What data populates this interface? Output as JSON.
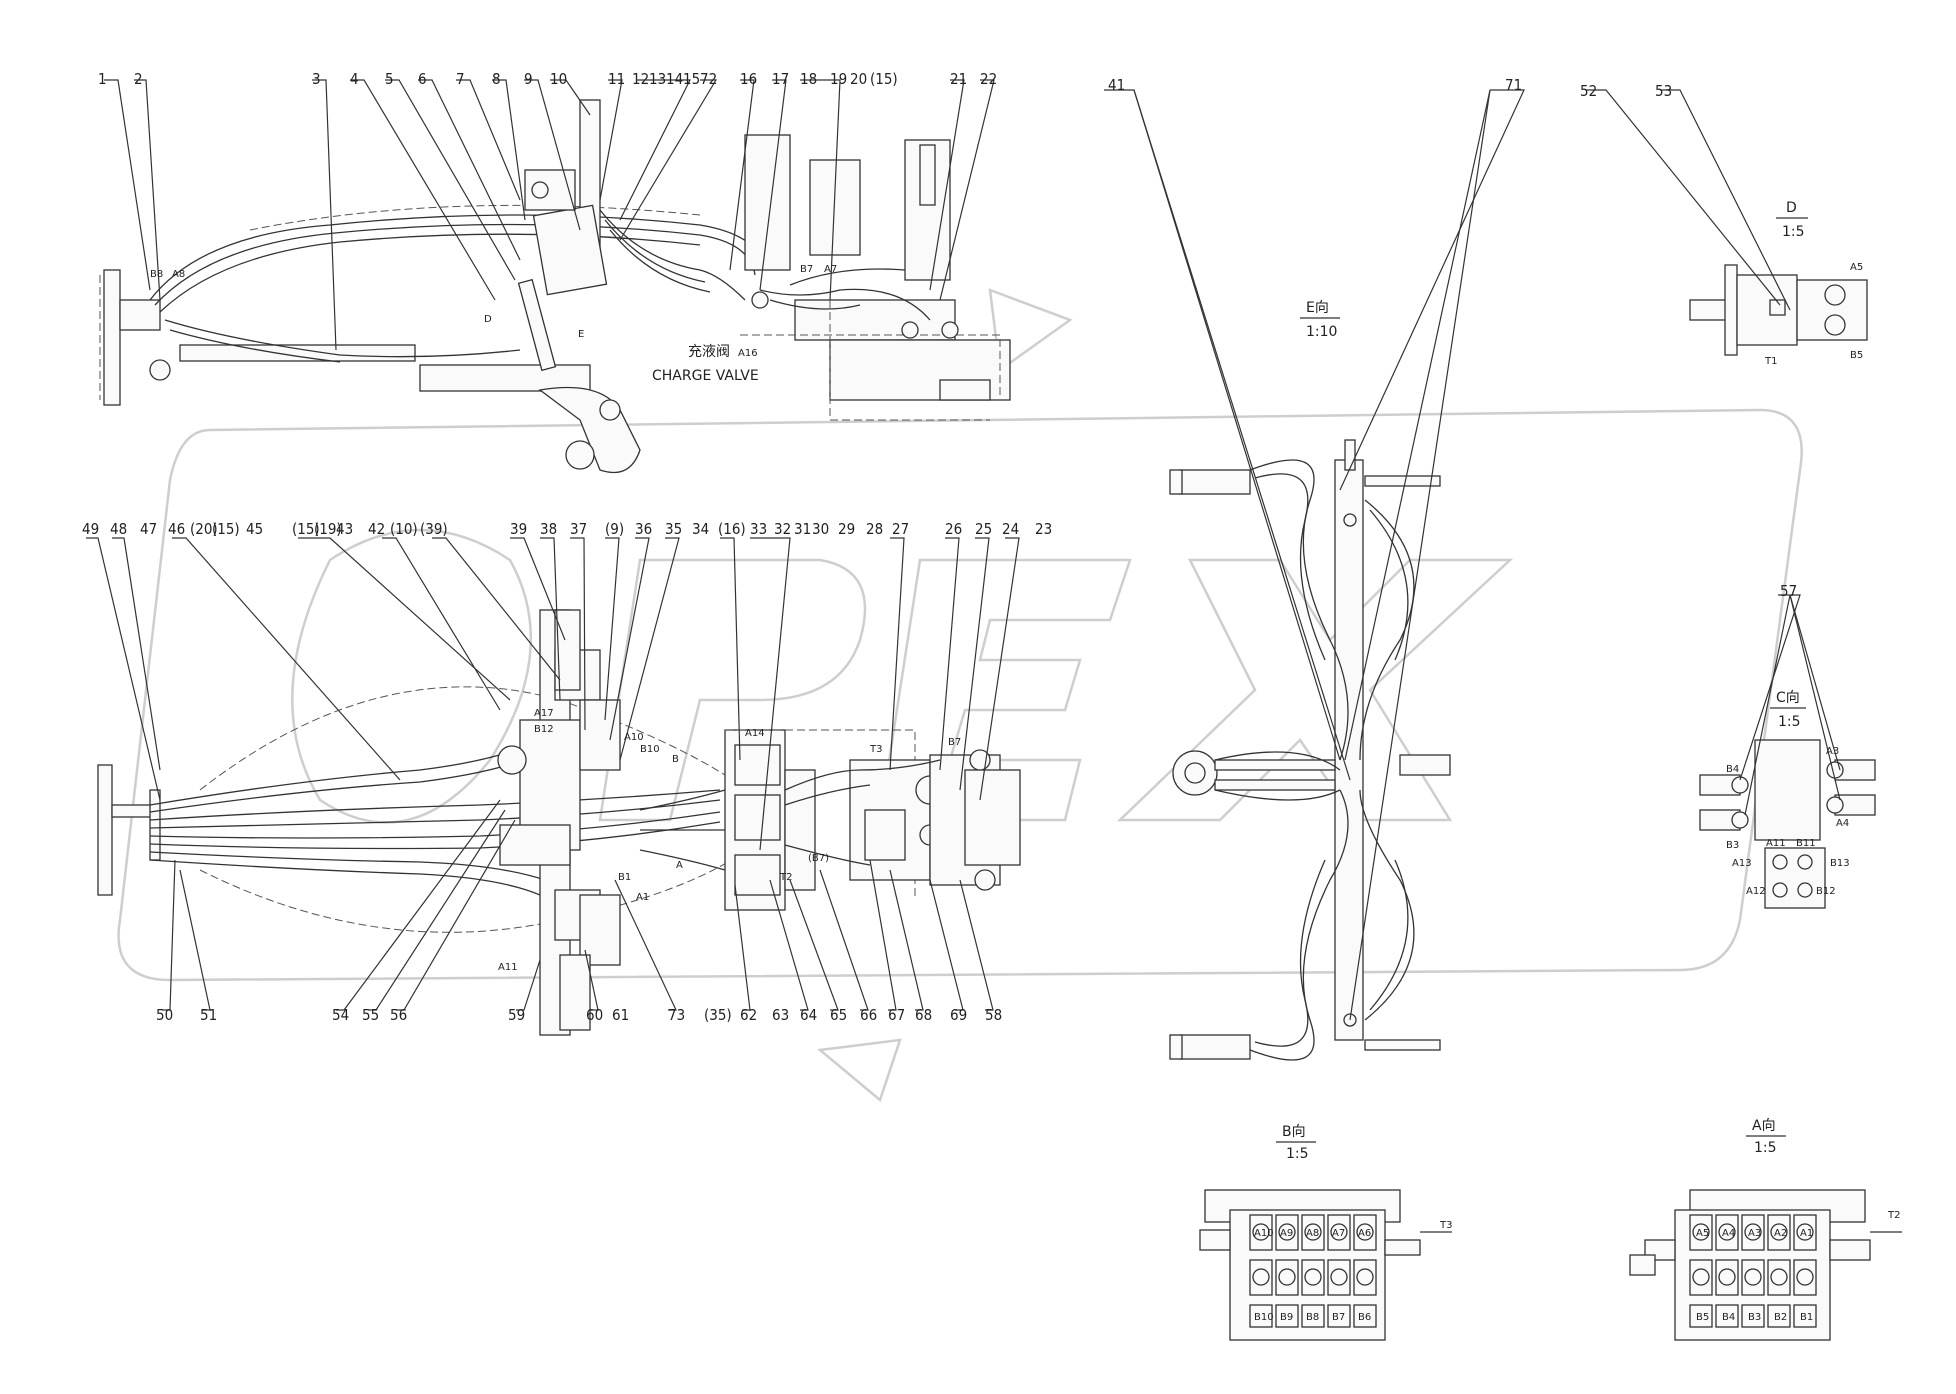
{
  "drawing": {
    "top_labels_left": [
      "1",
      "2",
      "3",
      "4",
      "5",
      "6",
      "7",
      "8",
      "9",
      "10",
      "11",
      "12",
      "13",
      "14",
      "15",
      "72",
      "16",
      "17",
      "18",
      "19",
      "20",
      "(15)",
      "21",
      "22"
    ],
    "top_labels_right": [
      "41",
      "71",
      "52",
      "53"
    ],
    "mid_labels": [
      "49",
      "48",
      "47",
      "46",
      "(20)",
      "(15)",
      "45",
      "(15)",
      "(19)",
      "43",
      "42",
      "(10)",
      "(39)",
      "39",
      "38",
      "37",
      "(9)",
      "36",
      "35",
      "34",
      "(16)",
      "33",
      "32",
      "31",
      "30",
      "29",
      "28",
      "27",
      "26",
      "25",
      "24",
      "23"
    ],
    "bottom_labels": [
      "50",
      "51",
      "54",
      "55",
      "56",
      "59",
      "60",
      "61",
      "73",
      "(35)",
      "62",
      "63",
      "64",
      "65",
      "66",
      "67",
      "68",
      "69",
      "58"
    ],
    "port_labels": [
      "B8",
      "A8",
      "B7",
      "A7",
      "A16",
      "D",
      "E",
      "B7",
      "A14",
      "T3",
      "T2",
      "A",
      "B",
      "(B7)",
      "A11",
      "B1",
      "A1",
      "A17",
      "B12",
      "B10",
      "A10",
      "A5",
      "B5",
      "T1",
      "B4",
      "B3",
      "A3",
      "A4",
      "A11",
      "B11",
      "A13",
      "B13",
      "A12",
      "B12",
      "T3",
      "T2"
    ],
    "charge_valve_cn": "充液阀",
    "charge_valve_en": "CHARGE VALVE",
    "view_e_title": "E向",
    "view_e_scale": "1:10",
    "view_d_title": "D",
    "view_d_scale": "1:5",
    "view_c_title": "C向",
    "view_c_scale": "1:5",
    "view_b_title": "B向",
    "view_b_scale": "1:5",
    "view_a_title": "A向",
    "view_a_scale": "1:5",
    "label_57": "57",
    "b_view_ports_top": [
      "A10",
      "A9",
      "A8",
      "A7",
      "A6"
    ],
    "b_view_ports_bottom": [
      "B10",
      "B9",
      "B8",
      "B7",
      "B6"
    ],
    "a_view_ports_top": [
      "A5",
      "A4",
      "A3",
      "A2",
      "A1"
    ],
    "a_view_ports_bottom": [
      "B5",
      "B4",
      "B3",
      "B2",
      "B1"
    ],
    "watermark": "OPEX"
  }
}
